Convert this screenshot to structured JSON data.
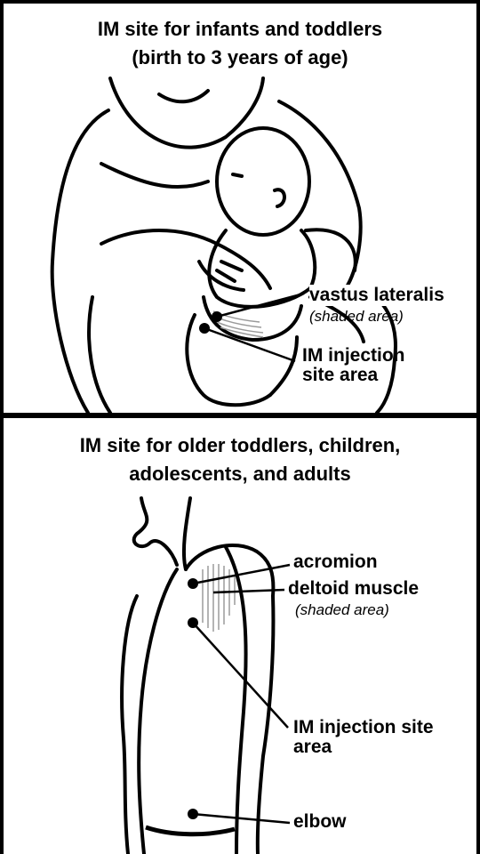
{
  "top_panel": {
    "title_line1": "IM site for infants and toddlers",
    "title_line2": "(birth to 3 years of age)",
    "muscle_label": "vastus lateralis",
    "muscle_note": "(shaded area)",
    "site_label_line1": "IM injection",
    "site_label_line2": "site area"
  },
  "bottom_panel": {
    "title_line1": "IM site for older toddlers, children,",
    "title_line2": "adolescents, and adults",
    "acromion_label": "acromion",
    "muscle_label": "deltoid muscle",
    "muscle_note": "(shaded area)",
    "site_label_line1": "IM injection site",
    "site_label_line2": "area",
    "elbow_label": "elbow"
  },
  "colors": {
    "line": "#000000",
    "shading": "#9a9a9a",
    "background": "#ffffff"
  }
}
